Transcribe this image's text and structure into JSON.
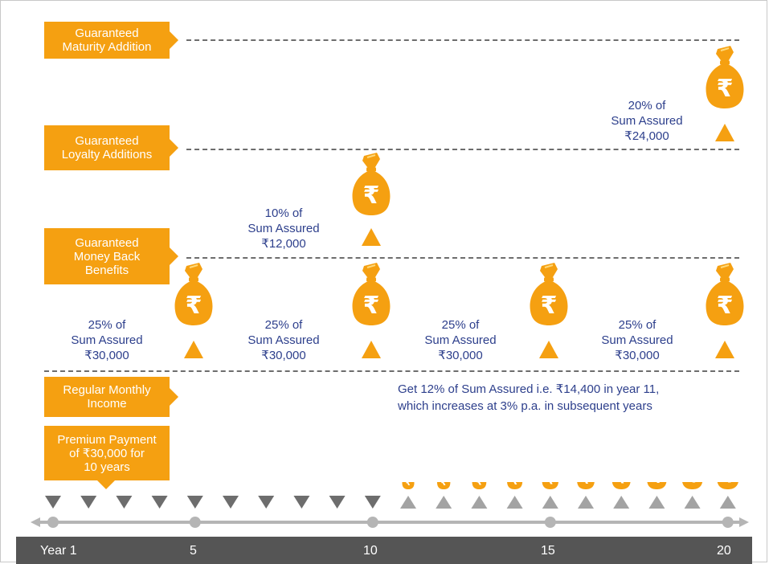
{
  "tags": {
    "maturity": "Guaranteed\nMaturity Addition",
    "loyalty": "Guaranteed\nLoyalty Additions",
    "money_back": "Guaranteed\nMoney Back\nBenefits",
    "monthly_income": "Regular Monthly\nIncome",
    "premium": "Premium Payment\nof ₹30,000 for\n10 years"
  },
  "benefits": {
    "maturity": "20% of\nSum Assured\n₹24,000",
    "loyalty": "10% of\nSum Assured\n₹12,000",
    "money_back": [
      "25% of\nSum Assured\n₹30,000",
      "25% of\nSum Assured\n₹30,000",
      "25% of\nSum Assured\n₹30,000",
      "25% of\nSum Assured\n₹30,000"
    ],
    "income_note": "Get 12% of Sum Assured i.e. ₹14,400 in year 11,\nwhich increases at 3% p.a. in subsequent years"
  },
  "currency_symbol": "₹",
  "income_growth_years": 10,
  "timeline": {
    "years": 20,
    "premium_years": 10,
    "income_years": 10,
    "labels": [
      "Year 1",
      "5",
      "10",
      "15",
      "20"
    ]
  },
  "colors": {
    "accent": "#f5a011",
    "text_blue": "#2d3f8c",
    "axis": "#555555",
    "premium_marker": "#6d6d6d",
    "income_marker": "#a3a3a3"
  }
}
